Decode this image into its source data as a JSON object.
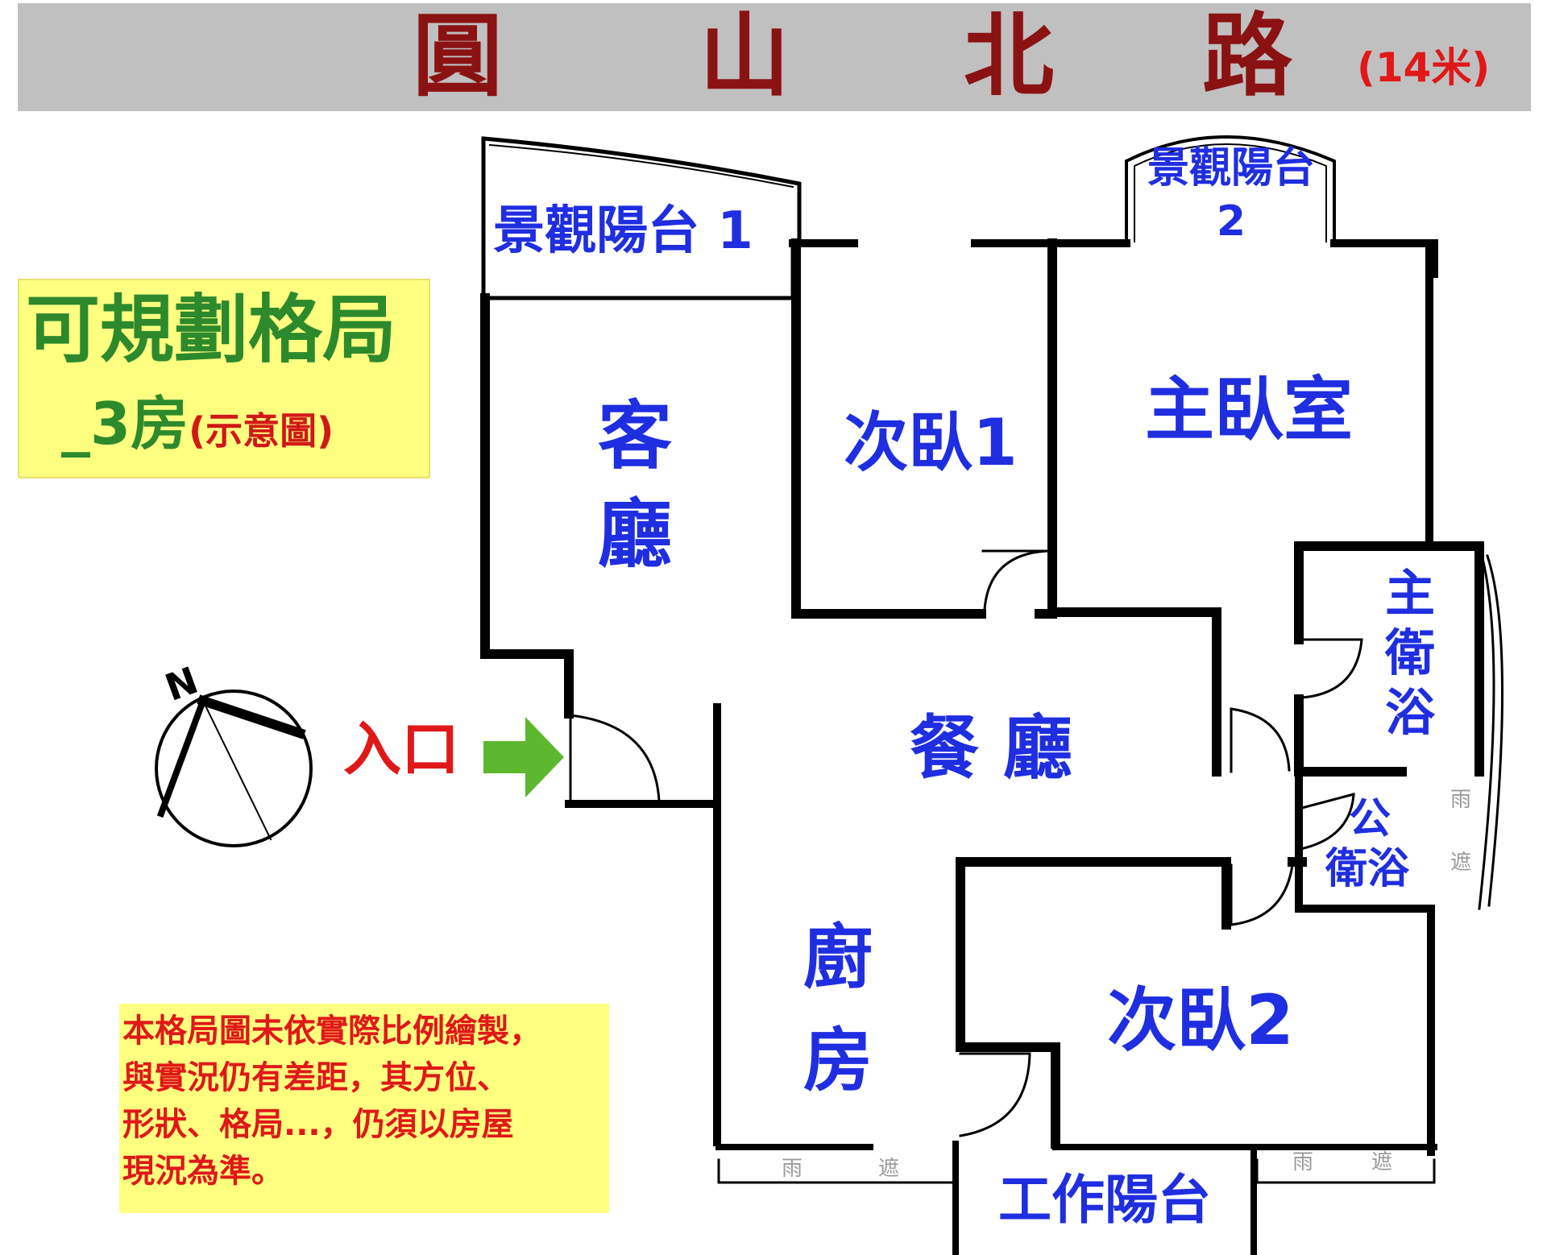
{
  "road": {
    "chars": [
      "圓",
      "山",
      "北",
      "路"
    ],
    "width_label": "(14米)"
  },
  "layout_note": {
    "title": "可規劃格局",
    "subtitle": "_3房",
    "subtitle_small": "(示意圖)"
  },
  "disclaimer": {
    "lines": [
      "本格局圖未依實際比例繪製，",
      "與實況仍有差距，其方位、",
      "形狀、格局...，仍須以房屋",
      "現況為準。"
    ]
  },
  "compass": {
    "label": "N"
  },
  "entrance": {
    "label": "入口"
  },
  "rooms": {
    "balcony1": "景觀陽台 1",
    "balcony2_line1": "景觀陽台",
    "balcony2_line2": "2",
    "living_1": "客",
    "living_2": "廳",
    "bedroom2": "次臥1",
    "master": "主臥室",
    "master_bath_1": "主",
    "master_bath_2": "衛",
    "master_bath_3": "浴",
    "dining": "餐 廳",
    "public_bath_1": "公",
    "public_bath_2": "衛浴",
    "kitchen_1": "廚",
    "kitchen_2": "房",
    "bedroom3": "次臥2",
    "utility": "工作陽台"
  },
  "rain_labels": {
    "left_1": "雨",
    "left_2": "遮",
    "right_1": "雨",
    "right_2": "遮",
    "side_1": "雨",
    "side_2": "遮"
  },
  "colors": {
    "road_bar": "#c0c0c0",
    "road_text": "#8b1212",
    "room_text": "#1f2ee0",
    "note_green": "#2c8a2c",
    "warning_red": "#e01818",
    "note_bg": "#ffff80",
    "arrow": "#5cb82e",
    "wall": "#000000"
  }
}
